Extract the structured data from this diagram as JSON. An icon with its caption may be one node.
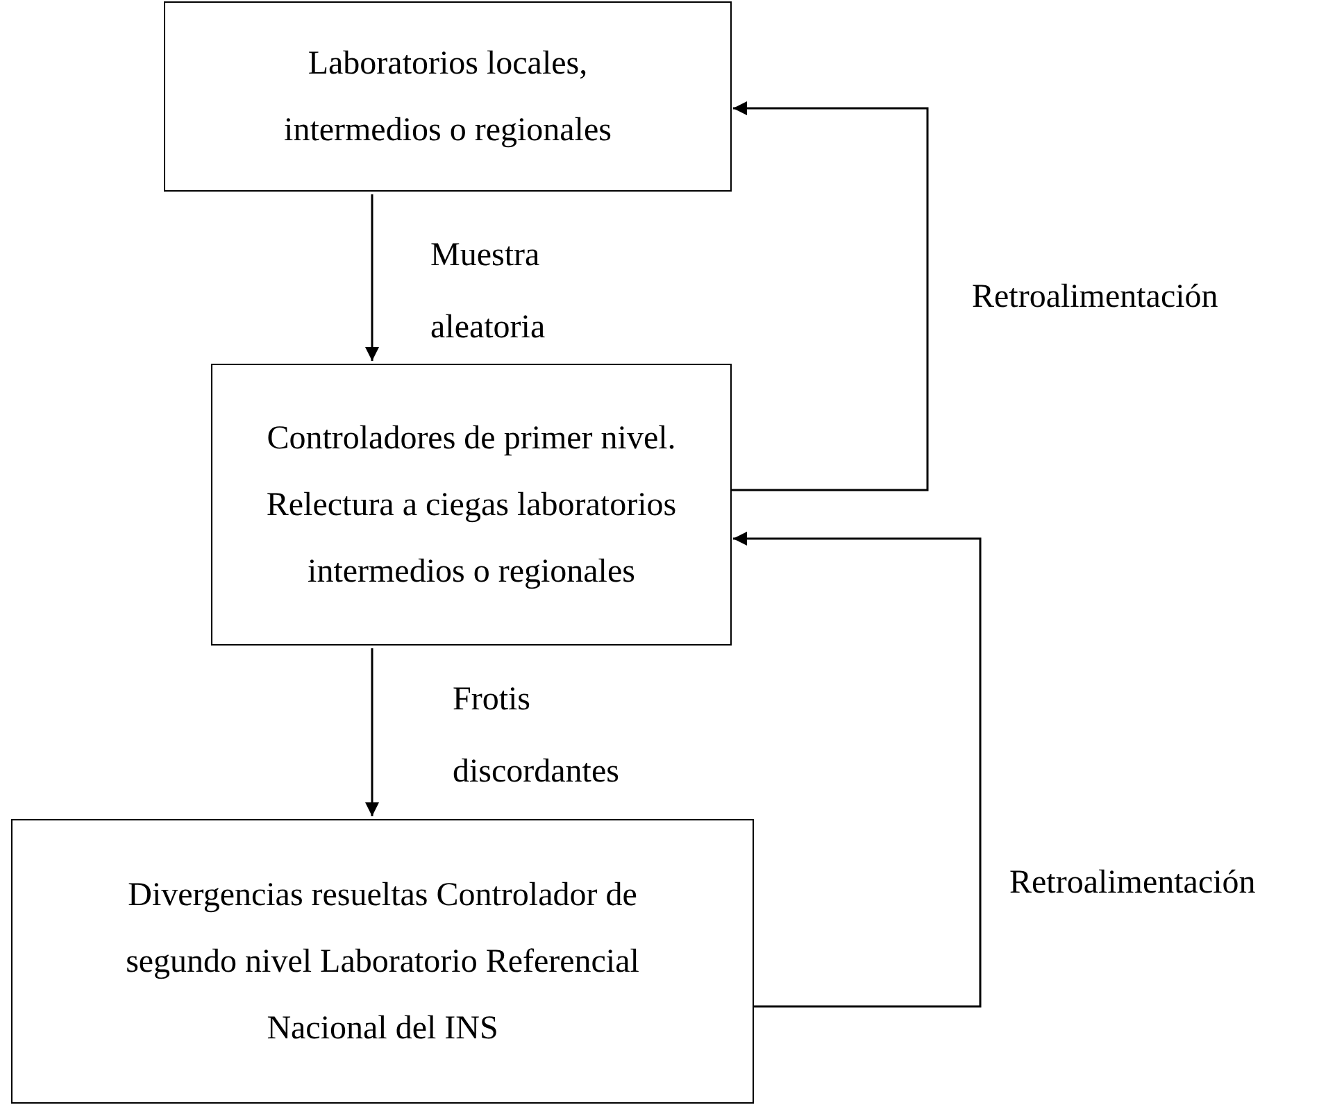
{
  "diagram": {
    "nodes": [
      {
        "text": [
          "Laboratorios locales, intermedios o regionales"
        ]
      },
      {
        "text": [
          "Controladores de primer nivel. Relectura a ciegas laboratorios intermedios o regionales"
        ]
      },
      {
        "text": [
          "Divergencias resueltas Controlador de segundo nivel Laboratorio Referencial Nacional del INS"
        ]
      }
    ],
    "edges": [
      {
        "from": 0,
        "to": 1,
        "arrow": "to",
        "label": "Muestra aleatoria"
      },
      {
        "from": 1,
        "to": 2,
        "arrow": "to",
        "label": "Frotis discordantes"
      },
      {
        "from": 1,
        "to": 0,
        "arrow": "to",
        "label": "Retroalimentación"
      },
      {
        "from": 2,
        "to": 1,
        "arrow": "to",
        "label": "Retroalimentación"
      }
    ]
  }
}
